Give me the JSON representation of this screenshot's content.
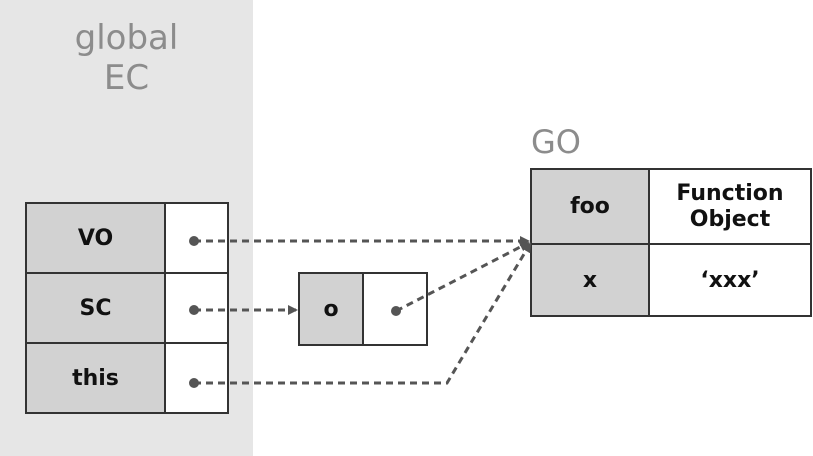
{
  "global_ec": {
    "title": "global\nEC"
  },
  "ec_rows": [
    {
      "key": "VO"
    },
    {
      "key": "SC"
    },
    {
      "key": "this"
    }
  ],
  "scope_chain": {
    "key": "o"
  },
  "go": {
    "title": "GO",
    "rows": [
      {
        "key": "foo",
        "value": "Function\nObject"
      },
      {
        "key": "x",
        "value": "‘xxx’"
      }
    ]
  },
  "colors": {
    "panel_bg": "#e6e6e6",
    "key_cell_bg": "#d2d2d2",
    "arrow": "#555555",
    "title_text": "#8c8c8c"
  }
}
